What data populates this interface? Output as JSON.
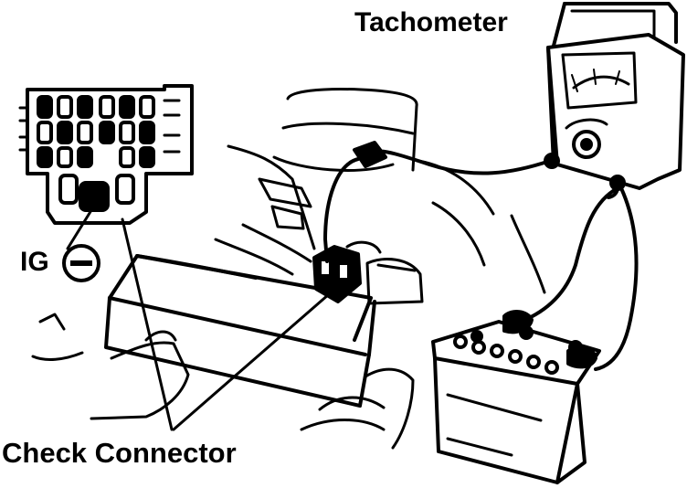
{
  "labels": {
    "tachometer": "Tachometer",
    "ig": "IG",
    "check_connector": "Check Connector"
  },
  "colors": {
    "line": "#000000",
    "background": "#ffffff"
  }
}
